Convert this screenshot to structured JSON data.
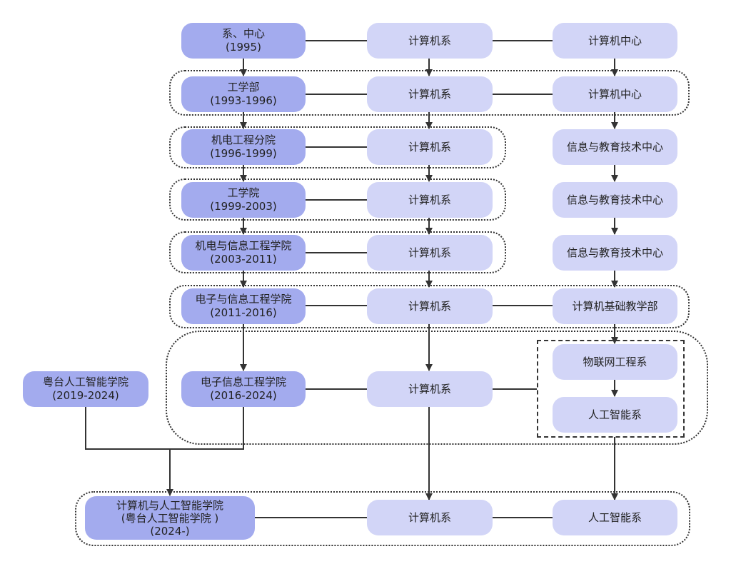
{
  "colors": {
    "org_node": "#a3abee",
    "unit_node": "#d2d5f7",
    "line": "#333333"
  },
  "orgs": [
    {
      "name": "系、中心",
      "period": "(1995)"
    },
    {
      "name": "工学部",
      "period": "(1993-1996)"
    },
    {
      "name": "机电工程分院",
      "period": "(1996-1999)"
    },
    {
      "name": "工学院",
      "period": "(1999-2003)"
    },
    {
      "name": "机电与信息工程学院",
      "period": "(2003-2011)"
    },
    {
      "name": "电子与信息工程学院",
      "period": "(2011-2016)"
    },
    {
      "name": "电子信息工程学院",
      "period": "(2016-2024)"
    },
    {
      "name": "粤台人工智能学院",
      "period": "(2019-2024)"
    },
    {
      "name": "计算机与人工智能学院\n(粤台人工智能学院 )",
      "period": "(2024-)"
    }
  ],
  "departments": [
    "计算机系",
    "计算机系",
    "计算机系",
    "计算机系",
    "计算机系",
    "计算机系",
    "计算机系",
    "计算机系"
  ],
  "centers": [
    "计算机中心",
    "计算机中心",
    "信息与教育技术中心",
    "信息与教育技术中心",
    "信息与教育技术中心",
    "计算机基础教学部",
    "物联网工程系",
    "人工智能系",
    "人工智能系"
  ]
}
